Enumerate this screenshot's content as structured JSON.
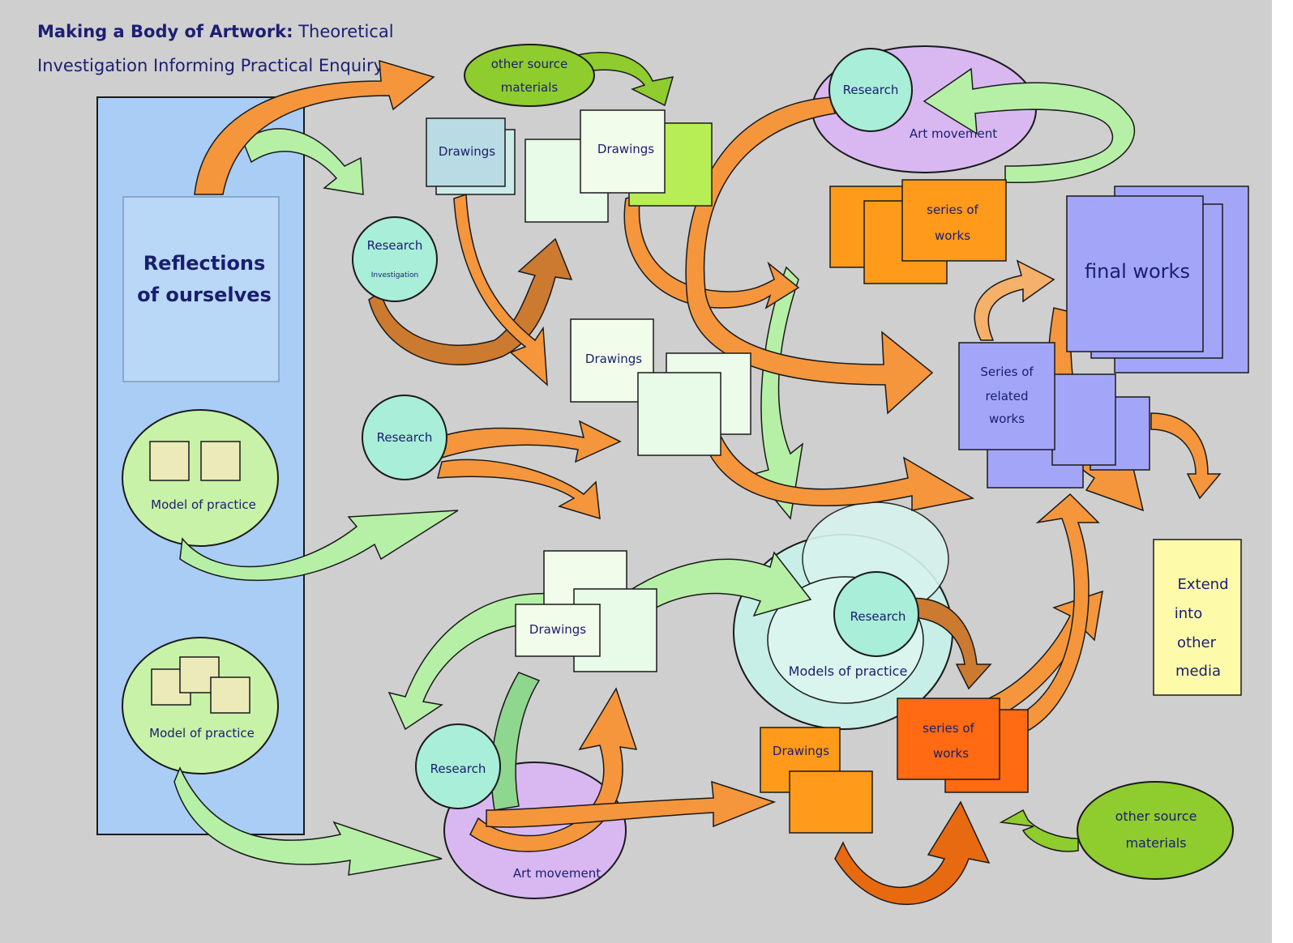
{
  "title": {
    "bold": "Making a Body of Artwork:",
    "rest_line1": "Theoretical",
    "line2": "Investigation Informing Practical Enquiry"
  },
  "labels": {
    "reflections_1": "Reflections",
    "reflections_2": "of ourselves",
    "model_practice_1": "Model of practice",
    "model_practice_2": "Model of practice",
    "other_source_top_1": "other source",
    "other_source_top_2": "materials",
    "drawings_1": "Drawings",
    "drawings_2": "Drawings",
    "drawings_3": "Drawings",
    "drawings_4": "Drawings",
    "drawings_5": "Drawings",
    "research_investigation_1": "Research",
    "research_investigation_2": "Investigation",
    "research_mid": "Research",
    "research_top": "Research",
    "research_models": "Research",
    "research_bottom": "Research",
    "art_movement_top": "Art movement",
    "art_movement_bottom": "Art movement",
    "series_works_top_1": "series of",
    "series_works_top_2": "works",
    "series_works_bottom_1": "series of",
    "series_works_bottom_2": "works",
    "final_works": "final works",
    "series_related_1": "Series of",
    "series_related_2": "related",
    "series_related_3": "works",
    "models_of_practice": "Models of practice",
    "extend_1": "Extend",
    "extend_2": "into",
    "extend_3": "other",
    "extend_4": "media",
    "other_source_bottom_1": "other source",
    "other_source_bottom_2": "materials"
  },
  "colors": {
    "background": "#cfcfcf",
    "title": "#1c1f73",
    "column": "#a9cdf5",
    "research_circle": "#a8eed9",
    "model_circle": "#c8f2a8",
    "green_source": "#8fcc2e",
    "art_movement": "#d9b8f2",
    "orange_arrow": "#f5963c",
    "light_green_arrow": "#b6f0a6",
    "series_orange": "#ff9a1a",
    "series_red_orange": "#ff6a12",
    "final_works": "#a3a6f8",
    "extend_box": "#fdfbaa",
    "label_text": "#1a1e6e"
  }
}
